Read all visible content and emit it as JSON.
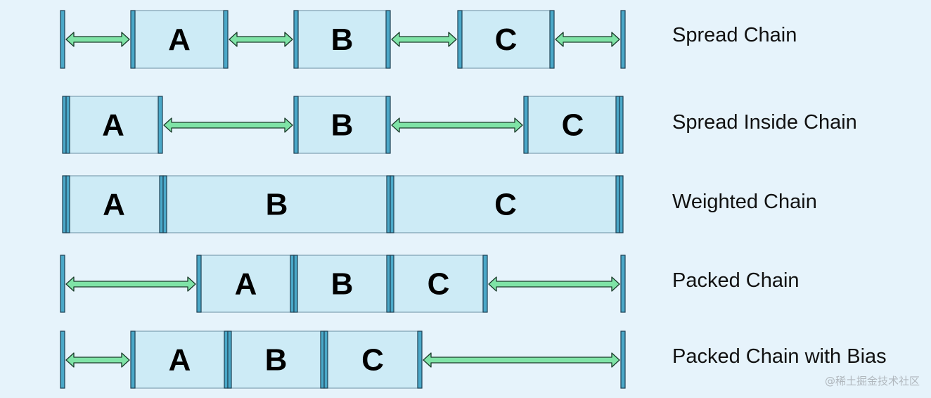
{
  "colors": {
    "background": "#e6f3fb",
    "box_fill": "#cdebf6",
    "box_border": "#6a8fa3",
    "bar_fill": "#4ba8c8",
    "bar_outline": "#1c3f52",
    "arrow_fill": "#7fe3a6",
    "arrow_outline": "#1a3a2a"
  },
  "rows": [
    {
      "label": "Spread Chain",
      "boxes": [
        "A",
        "B",
        "C"
      ]
    },
    {
      "label": "Spread Inside Chain",
      "boxes": [
        "A",
        "B",
        "C"
      ]
    },
    {
      "label": "Weighted Chain",
      "boxes": [
        "A",
        "B",
        "C"
      ]
    },
    {
      "label": "Packed Chain",
      "boxes": [
        "A",
        "B",
        "C"
      ]
    },
    {
      "label": "Packed Chain with Bias",
      "boxes": [
        "A",
        "B",
        "C"
      ]
    }
  ],
  "watermark": "@稀土掘金技术社区"
}
